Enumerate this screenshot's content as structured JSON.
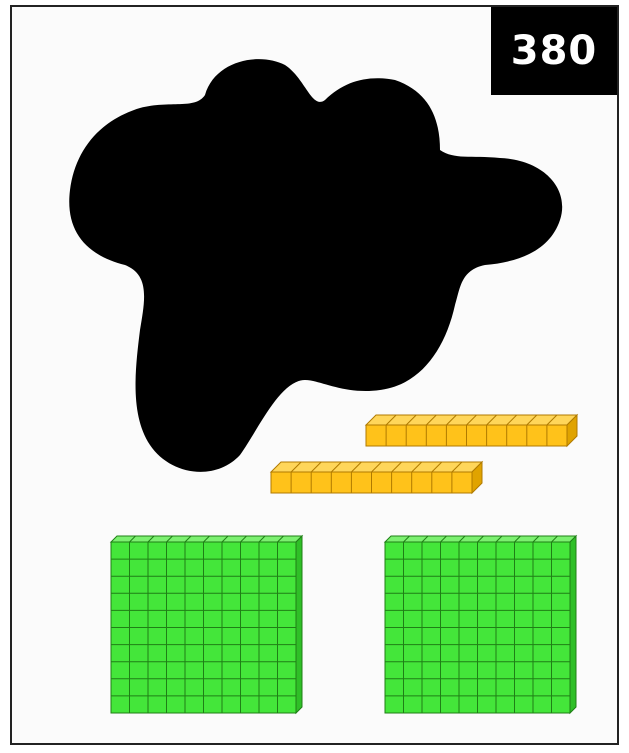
{
  "card": {
    "number": "380"
  },
  "colors": {
    "blob": "#000000",
    "rod": "#ffc21a",
    "rod_edge": "#b07a00",
    "flat": "#44e63a",
    "flat_edge": "#1f7f16"
  },
  "blocks": {
    "blob_shape": "hidden-blocks-blob",
    "tens_rods_visible": 2,
    "hundreds_flats_visible": 2,
    "units_per_rod": 10,
    "grid_per_flat": 10
  }
}
